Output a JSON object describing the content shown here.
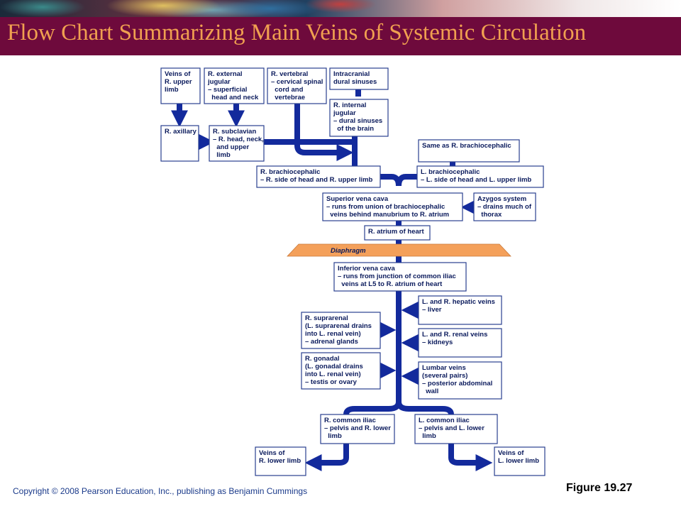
{
  "slide": {
    "title": "Flow Chart Summarizing Main Veins of Systemic Circulation",
    "copyright": "Copyright © 2008 Pearson Education, Inc., publishing as Benjamin Cummings",
    "figure": "Figure 19.27"
  },
  "boxes": {
    "r_upper_limb": [
      "Veins of",
      "R. upper",
      "limb"
    ],
    "r_ext_jugular": [
      "R. external",
      "jugular",
      "– superficial",
      "  head and neck"
    ],
    "r_vertebral": [
      "R. vertebral",
      "– cervical spinal",
      "  cord and",
      "  vertebrae"
    ],
    "intracranial": [
      "Intracranial",
      "dural sinuses"
    ],
    "r_int_jugular": [
      "R. internal",
      "jugular",
      "– dural sinuses",
      "  of the brain"
    ],
    "r_axillary": [
      "R. axillary"
    ],
    "r_subclavian": [
      "R. subclavian",
      "– R. head, neck,",
      "  and upper",
      "  limb"
    ],
    "same_as": [
      "Same as R. brachiocephalic"
    ],
    "r_brachio": [
      "R. brachiocephalic",
      "– R. side of head and R. upper limb"
    ],
    "l_brachio": [
      "L. brachiocephalic",
      "– L. side of head and L. upper limb"
    ],
    "svc": [
      "Superior vena cava",
      "– runs from union of brachiocephalic",
      "  veins behind manubrium to R. atrium"
    ],
    "azygos": [
      "Azygos system",
      "– drains much of",
      "  thorax"
    ],
    "r_atrium": [
      "R. atrium of heart"
    ],
    "diaphragm": "Diaphragm",
    "ivc": [
      "Inferior vena cava",
      "– runs from junction of common iliac",
      "  veins at L5 to R. atrium of heart"
    ],
    "hepatic": [
      "L. and R. hepatic veins",
      "– liver"
    ],
    "suprarenal": [
      "R. suprarenal",
      "(L. suprarenal drains",
      "into L. renal vein)",
      "– adrenal glands"
    ],
    "renal": [
      "L. and R. renal veins",
      "– kidneys"
    ],
    "gonadal": [
      "R. gonadal",
      "(L. gonadal drains",
      "into L. renal vein)",
      "– testis or ovary"
    ],
    "lumbar": [
      "Lumbar veins",
      "(several pairs)",
      "– posterior abdominal",
      "  wall"
    ],
    "r_common_iliac": [
      "R. common iliac",
      "– pelvis and R. lower",
      "  limb"
    ],
    "l_common_iliac": [
      "L. common iliac",
      "– pelvis and L. lower",
      "  limb"
    ],
    "r_lower_limb": [
      "Veins of",
      "R. lower limb"
    ],
    "l_lower_limb": [
      "Veins of",
      "L. lower limb"
    ]
  },
  "colors": {
    "title_bar": "#6e0a3c",
    "title_text": "#f0a050",
    "vein": "#132a9c",
    "diaphragm": "#f4a05a",
    "box_border": "#2a3f8f"
  }
}
